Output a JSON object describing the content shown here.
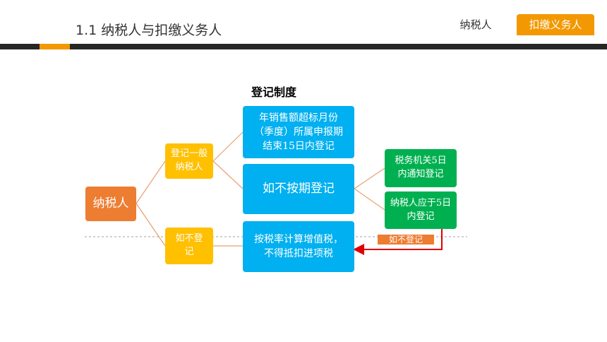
{
  "header": {
    "title": "1.1 纳税人与扣缴义务人",
    "tabs": [
      {
        "label": "纳税人"
      },
      {
        "label": "扣缴义务人"
      }
    ],
    "accent_color": "#f39800",
    "bar_color": "#262626"
  },
  "diagram": {
    "title": "登记制度",
    "root": "纳税人",
    "branch_register": [
      "登记一般",
      "纳税人"
    ],
    "branch_not_register": [
      "如不登",
      "记"
    ],
    "register_deadline": [
      "年销售额超标月份",
      "（季度）所属申报期",
      "结束15日内登记"
    ],
    "late_register": "如不按期登记",
    "tax_rate_rule": [
      "按税率计算增值税，",
      "不得抵扣进项税"
    ],
    "notice_by_tax_office": [
      "税务机关5日",
      "内通知登记"
    ],
    "register_within_5_days": [
      "纳税人应于5日",
      "内登记"
    ],
    "not_register_tag": "如不登记",
    "colors": {
      "root": "#ed7d31",
      "branch": "#ffc000",
      "blue": "#00b0f0",
      "green": "#00b050",
      "arrow": "#e00000",
      "connector": "#e8a070"
    }
  }
}
